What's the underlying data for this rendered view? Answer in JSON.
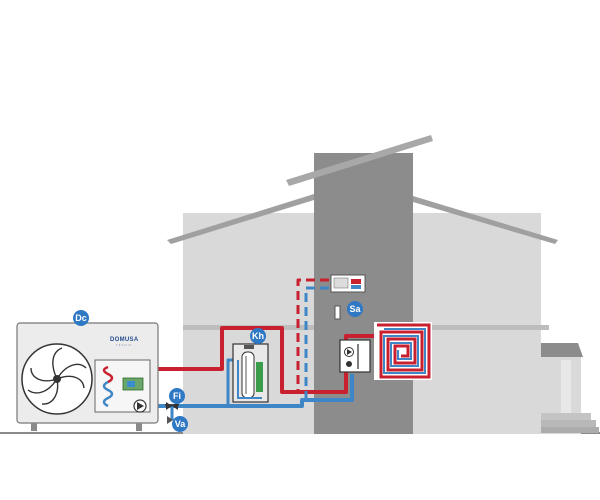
{
  "brand": {
    "name": "DOMUSA",
    "subtitle": "TEKNIK"
  },
  "labels": {
    "outdoor_unit": "Dc",
    "cylinder": "Kh",
    "fancoil": "Sa",
    "filter": "Fi",
    "valve": "Va"
  },
  "colors": {
    "hot_pipe": "#c8202e",
    "cold_pipe": "#3e86c6",
    "badge": "#2f78c4",
    "house_wall": "#d9d9d9",
    "house_core": "#8c8c8c",
    "roof": "#a8a8a8"
  },
  "icons": {
    "fan": "fan-icon",
    "pump": "pump-icon",
    "heat_exchanger": "coil-icon",
    "floor_heating": "floor-heating-spiral-icon",
    "fancoil": "fancoil-icon"
  }
}
